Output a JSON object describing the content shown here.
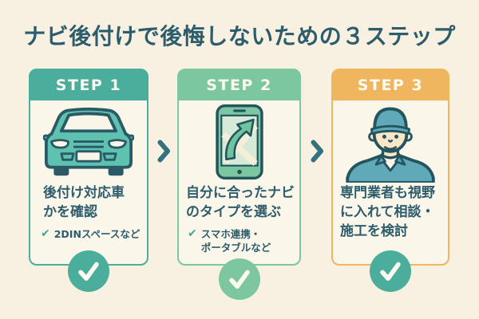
{
  "title": "ナビ後付けで後悔しないための３ステップ",
  "steps": [
    {
      "label": "STEP 1",
      "icon": "car-front-icon",
      "heading_lines": [
        "後付け対応車",
        "かを確認"
      ],
      "note_check_glyph": "✔",
      "note_lines": [
        "2DINスペースなど"
      ],
      "accent_color": "#4bad9b",
      "badge_color": "#4bad9b",
      "badge_icon": "check-badge-icon"
    },
    {
      "label": "STEP 2",
      "icon": "smartphone-nav-icon",
      "heading_lines": [
        "自分に合ったナビ",
        "のタイプを選ぶ"
      ],
      "note_check_glyph": "✔",
      "note_lines": [
        "スマホ連携・",
        "ポータブルなど"
      ],
      "accent_color": "#7cc7a0",
      "badge_color": "#7cc7a0",
      "badge_icon": "check-badge-icon"
    },
    {
      "label": "STEP 3",
      "icon": "technician-icon",
      "heading_lines": [
        "専門業者も視野",
        "に入れて相談・",
        "施工を検討"
      ],
      "note_lines": [],
      "accent_color": "#efb65f",
      "badge_color": "#4bad9b",
      "badge_icon": "check-badge-icon"
    }
  ],
  "separator_icon": "chevron-right-icon",
  "colors": {
    "page_background": "#f8f1e1",
    "card_background": "#fbf6ea",
    "title_text": "#2d5d6c",
    "body_text": "#2d5d6c",
    "header_text": "#fdfaf2",
    "note_check": "#3fa796",
    "chevron": "#35707e"
  }
}
